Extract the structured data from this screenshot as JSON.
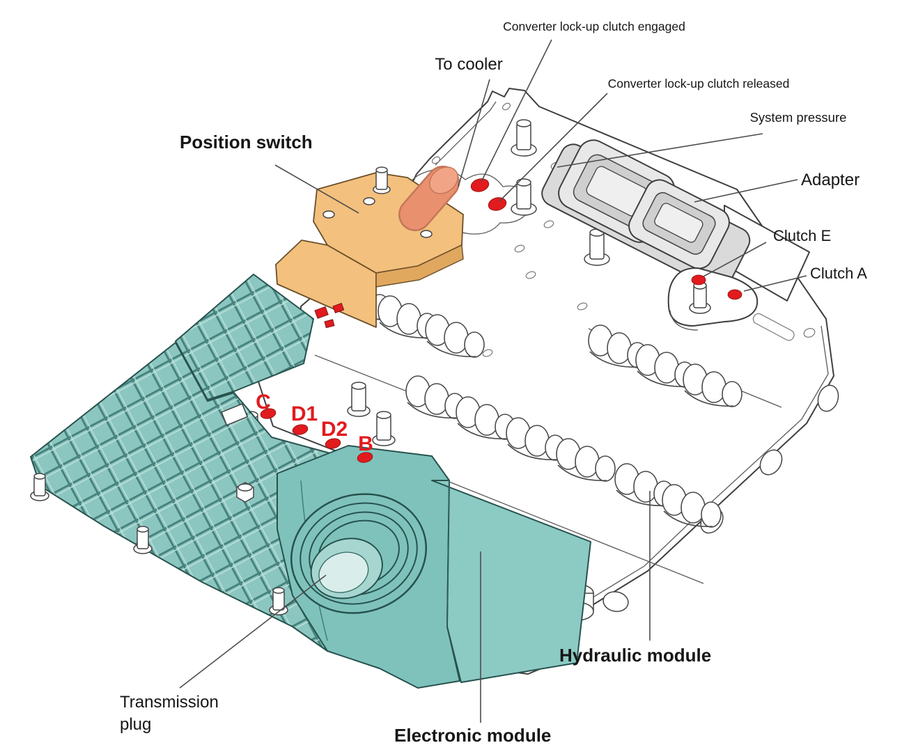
{
  "figure": {
    "domain": "technical line-art diagram",
    "subject": "Automatic transmission mechatronic valve body with labeled components and pressure test points",
    "background_color": "#ffffff"
  },
  "colors": {
    "line_art": "#3f3f3f",
    "leader_line": "#4d4d4d",
    "teal_module": "#8CC6C0",
    "teal_dark": "#47837E",
    "orange_switch": "#F3C07E",
    "orange_shade": "#E0A75F",
    "salmon_shaft": "#E9906E",
    "adapter_gray": "#DADADA",
    "marker_red": "#E11B1E",
    "label_text": "#161616"
  },
  "labels": {
    "converter_engaged": "Converter lock-up clutch engaged",
    "to_cooler": "To cooler",
    "converter_released": "Converter lock-up clutch released",
    "system_pressure": "System pressure",
    "position_switch": "Position switch",
    "adapter": "Adapter",
    "clutch_e": "Clutch E",
    "clutch_a": "Clutch A",
    "hydraulic_module": "Hydraulic module",
    "electronic_module": "Electronic module",
    "transmission_plug_line1": "Transmission",
    "transmission_plug_line2": "plug"
  },
  "port_letters": {
    "c": "C",
    "d1": "D1",
    "d2": "D2",
    "b": "B"
  }
}
